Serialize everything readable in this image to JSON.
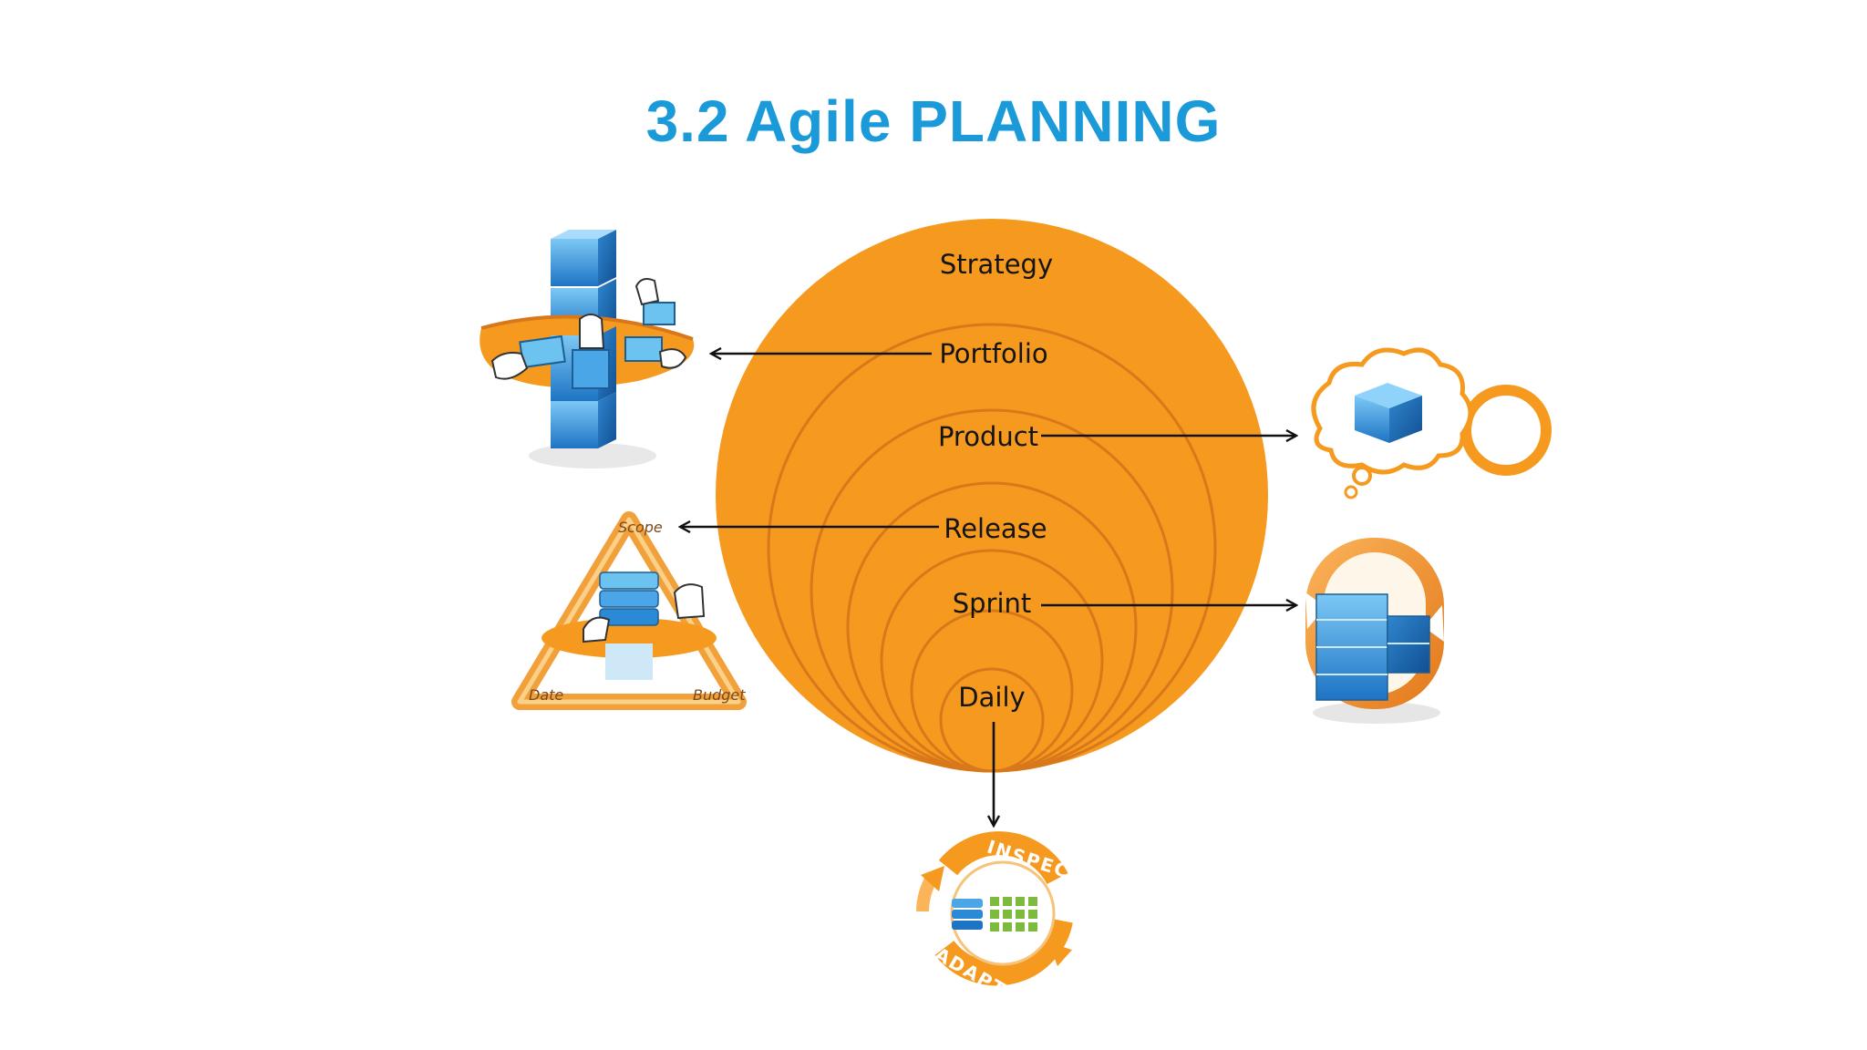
{
  "title": "3.2 Agile PLANNING",
  "colors": {
    "title": "#1a9ad8",
    "onion_fill": "#f59a1e",
    "onion_ring": "#d9781a",
    "arrow": "#111111",
    "cube": "#2a8ad6"
  },
  "levels": [
    "Strategy",
    "Portfolio",
    "Product",
    "Release",
    "Sprint",
    "Daily"
  ],
  "icons": {
    "portfolio": "portfolio-planning-icon",
    "product": "product-vision-icon",
    "release": "release-triangle-icon",
    "sprint": "sprint-cycle-icon",
    "daily": "inspect-adapt-icon"
  },
  "triangle_labels": {
    "top": "Scope",
    "left": "Date",
    "right": "Budget"
  },
  "cycle_labels": {
    "top": "INSPECT",
    "bottom": "ADAPT"
  }
}
